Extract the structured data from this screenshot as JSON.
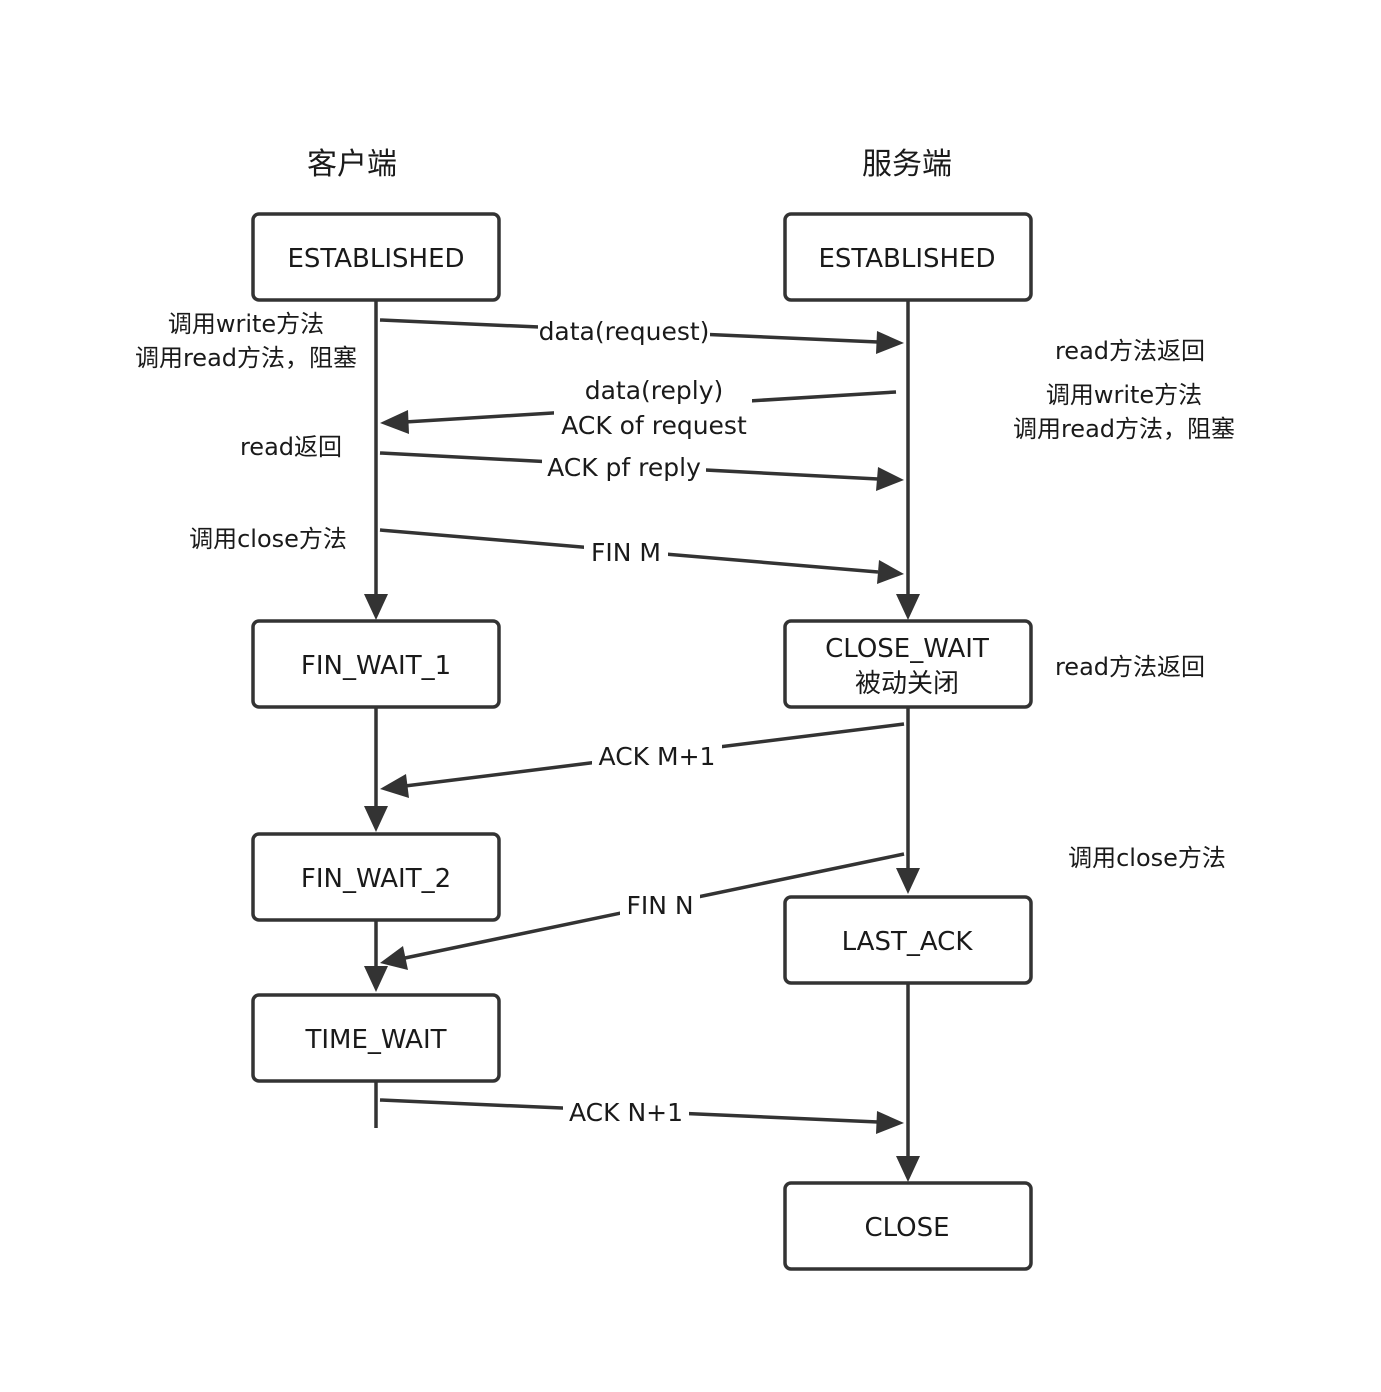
{
  "headers": {
    "client": "客户端",
    "server": "服务端"
  },
  "client_states": {
    "established": "ESTABLISHED",
    "fin_wait_1": "FIN_WAIT_1",
    "fin_wait_2": "FIN_WAIT_2",
    "time_wait": "TIME_WAIT"
  },
  "server_states": {
    "established": "ESTABLISHED",
    "close_wait": "CLOSE_WAIT",
    "close_wait_sub": "被动关闭",
    "last_ack": "LAST_ACK",
    "close": "CLOSE"
  },
  "client_notes": {
    "write_call": "调用write方法",
    "read_block": "调用read方法，阻塞",
    "read_return": "read返回",
    "close_call": "调用close方法"
  },
  "server_notes": {
    "read_return_1": "read方法返回",
    "write_call": "调用write方法",
    "read_block": "调用read方法，阻塞",
    "read_return_2": "read方法返回",
    "close_call": "调用close方法"
  },
  "messages": {
    "data_request": "data(request)",
    "data_reply": "data(reply)",
    "ack_request": "ACK of request",
    "ack_reply": "ACK pf reply",
    "fin_m": "FIN M",
    "ack_m1": "ACK M+1",
    "fin_n": "FIN N",
    "ack_n1": "ACK N+1"
  }
}
